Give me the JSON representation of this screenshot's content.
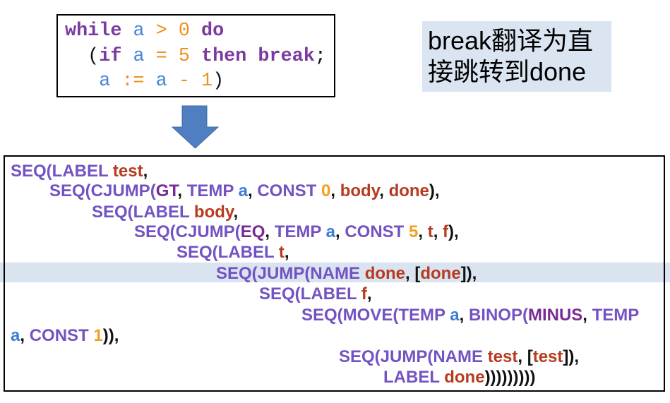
{
  "source_code": {
    "lines": [
      {
        "tokens": [
          {
            "keyword": "while "
          },
          {
            "var": "a "
          },
          {
            "op": "> 0 "
          },
          {
            "keyword": "do"
          }
        ]
      },
      {
        "tokens": [
          {
            "punct": "  ("
          },
          {
            "keyword": "if "
          },
          {
            "var": "a "
          },
          {
            "op": "= 5 "
          },
          {
            "keyword": "then break"
          },
          {
            "punct": ";"
          }
        ]
      },
      {
        "tokens": [
          {
            "var": "   a "
          },
          {
            "op": ":= "
          },
          {
            "var": "a "
          },
          {
            "op": "- 1"
          },
          {
            "punct": ")"
          }
        ]
      }
    ]
  },
  "note": {
    "lines": [
      "break翻译为直",
      "接跳转到done"
    ]
  },
  "ir": {
    "lines": [
      {
        "tokens": [
          {
            "node": "SEQ(LABEL "
          },
          {
            "label": "test"
          },
          {
            "punct": ","
          }
        ]
      },
      {
        "tokens": [
          {
            "node": "SEQ(CJUMP("
          },
          {
            "op": "GT"
          },
          {
            "punct": ", "
          },
          {
            "node": "TEMP "
          },
          {
            "temp": "a"
          },
          {
            "punct": ", "
          },
          {
            "node": "CONST "
          },
          {
            "num": "0"
          },
          {
            "punct": ", "
          },
          {
            "label": "body"
          },
          {
            "punct": ", "
          },
          {
            "label": "done"
          },
          {
            "punct": "),"
          }
        ]
      },
      {
        "tokens": [
          {
            "node": "SEQ(LABEL "
          },
          {
            "label": "body"
          },
          {
            "punct": ","
          }
        ]
      },
      {
        "tokens": [
          {
            "node": "SEQ(CJUMP("
          },
          {
            "op": "EQ"
          },
          {
            "punct": ", "
          },
          {
            "node": "TEMP "
          },
          {
            "temp": "a"
          },
          {
            "punct": ", "
          },
          {
            "node": "CONST "
          },
          {
            "num": "5"
          },
          {
            "punct": ", "
          },
          {
            "label": "t"
          },
          {
            "punct": ", "
          },
          {
            "label": "f"
          },
          {
            "punct": "),"
          }
        ]
      },
      {
        "tokens": [
          {
            "node": "SEQ(LABEL "
          },
          {
            "label": "t"
          },
          {
            "punct": ","
          }
        ]
      },
      {
        "tokens": [
          {
            "node": "SEQ(JUMP(NAME "
          },
          {
            "label": "done"
          },
          {
            "punct": ", ["
          },
          {
            "label": "done"
          },
          {
            "punct": "]),"
          }
        ]
      },
      {
        "tokens": [
          {
            "node": "SEQ(LABEL "
          },
          {
            "label": "f"
          },
          {
            "punct": ","
          }
        ]
      },
      {
        "tokens": [
          {
            "node": "SEQ(MOVE(TEMP "
          },
          {
            "temp": "a"
          },
          {
            "punct": ", "
          },
          {
            "node": "BINOP("
          },
          {
            "op": "MINUS"
          },
          {
            "punct": ", "
          },
          {
            "node": "TEMP"
          }
        ]
      },
      {
        "tokens": [
          {
            "temp": "a"
          },
          {
            "punct": ", "
          },
          {
            "node": "CONST "
          },
          {
            "num": "1"
          },
          {
            "punct": ")),"
          }
        ]
      },
      {
        "tokens": [
          {
            "node": "SEQ(JUMP(NAME "
          },
          {
            "label": "test"
          },
          {
            "punct": ", ["
          },
          {
            "label": "test"
          },
          {
            "punct": "]),"
          }
        ]
      },
      {
        "tokens": [
          {
            "node": "LABEL "
          },
          {
            "label": "done"
          },
          {
            "punct": ")))))))))"
          }
        ]
      }
    ]
  },
  "colors": {
    "source": {
      "keyword": "#7b3aa0",
      "var": "#4585d6",
      "op": "#ef8f1c",
      "punct": "#111111"
    },
    "ir": {
      "node": "#7353c3",
      "op": "#7a2a95",
      "label": "#b63b1f",
      "temp": "#3c7dd3",
      "num": "#f2a01e",
      "punct": "#111111"
    },
    "note_background": "#dbe5f1",
    "highlight_band": "#d9e4f0",
    "arrow": "#4f7fc0"
  }
}
